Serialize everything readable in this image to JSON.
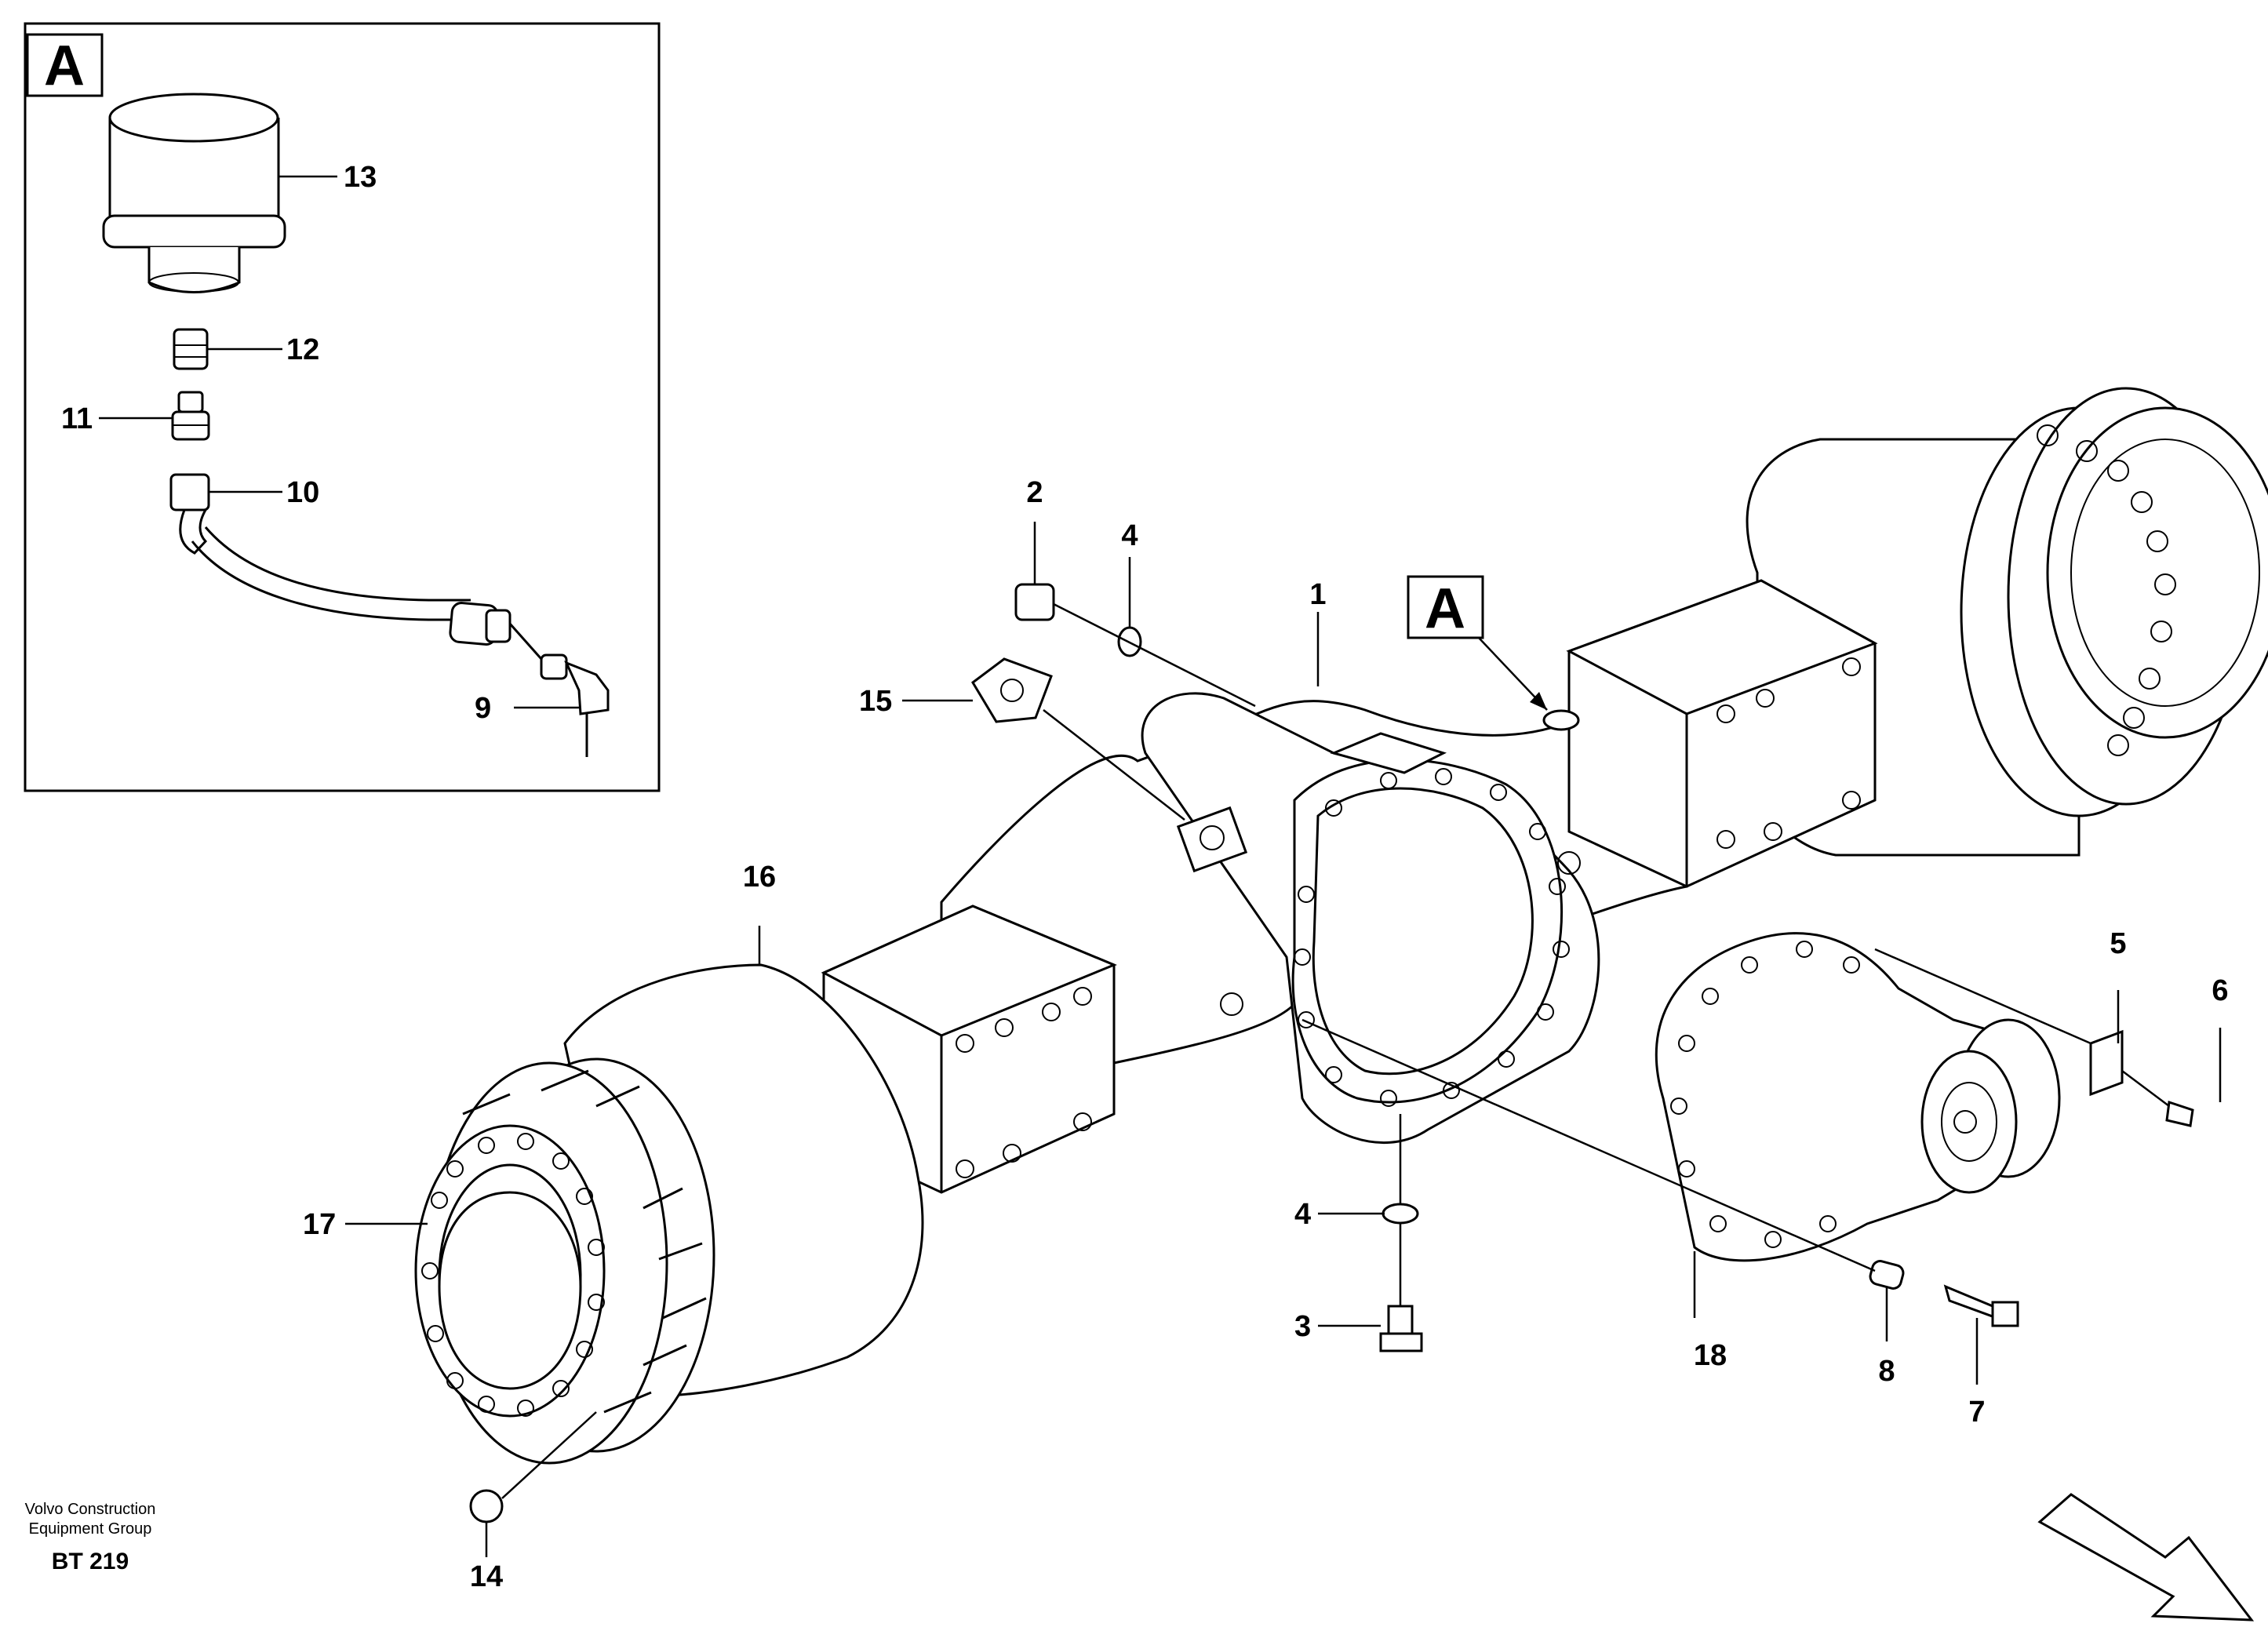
{
  "inset": {
    "letter": "A"
  },
  "detail_marker": {
    "letter": "A"
  },
  "callouts": {
    "c1": "1",
    "c2": "2",
    "c3": "3",
    "c4_top": "4",
    "c4_bottom": "4",
    "c5": "5",
    "c6": "6",
    "c7": "7",
    "c8": "8",
    "c9": "9",
    "c10": "10",
    "c11": "11",
    "c12": "12",
    "c13": "13",
    "c14": "14",
    "c15": "15",
    "c16": "16",
    "c17": "17",
    "c18": "18"
  },
  "credit": {
    "line1": "Volvo Construction",
    "line2": "Equipment Group",
    "code": "BT 219"
  }
}
